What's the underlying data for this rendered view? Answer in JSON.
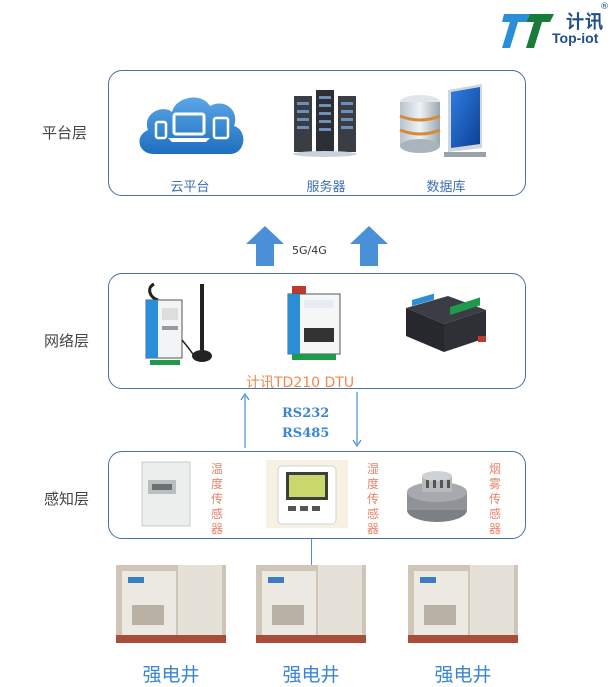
{
  "logo": {
    "cn": "计讯",
    "en": "Top-iot",
    "reg": "®"
  },
  "layers": {
    "platform": {
      "label": "平台层",
      "items": [
        {
          "caption": "云平台",
          "icon": "cloud-devices-icon"
        },
        {
          "caption": "服务器",
          "icon": "server-rack-icon"
        },
        {
          "caption": "数据库",
          "icon": "database-icon"
        }
      ]
    },
    "network": {
      "label": "网络层",
      "device_caption": "计讯TD210 DTU"
    },
    "sensing": {
      "label": "感知层",
      "sensors": [
        {
          "caption": "温度传感器"
        },
        {
          "caption": "湿度传感器"
        },
        {
          "caption": "烟雾传感器"
        }
      ]
    }
  },
  "links": {
    "uplink": "5G/4G",
    "serial_1": "RS232",
    "serial_2": "RS485"
  },
  "wells": [
    {
      "caption": "强电井"
    },
    {
      "caption": "强电井"
    },
    {
      "caption": "强电井"
    }
  ],
  "colors": {
    "box_border": "#4a6fa8",
    "arrow_blue": "#4a90d9",
    "caption_blue": "#3c6fb4",
    "sensor_text": "#e8846a",
    "dtu_text": "#f08a4b"
  }
}
